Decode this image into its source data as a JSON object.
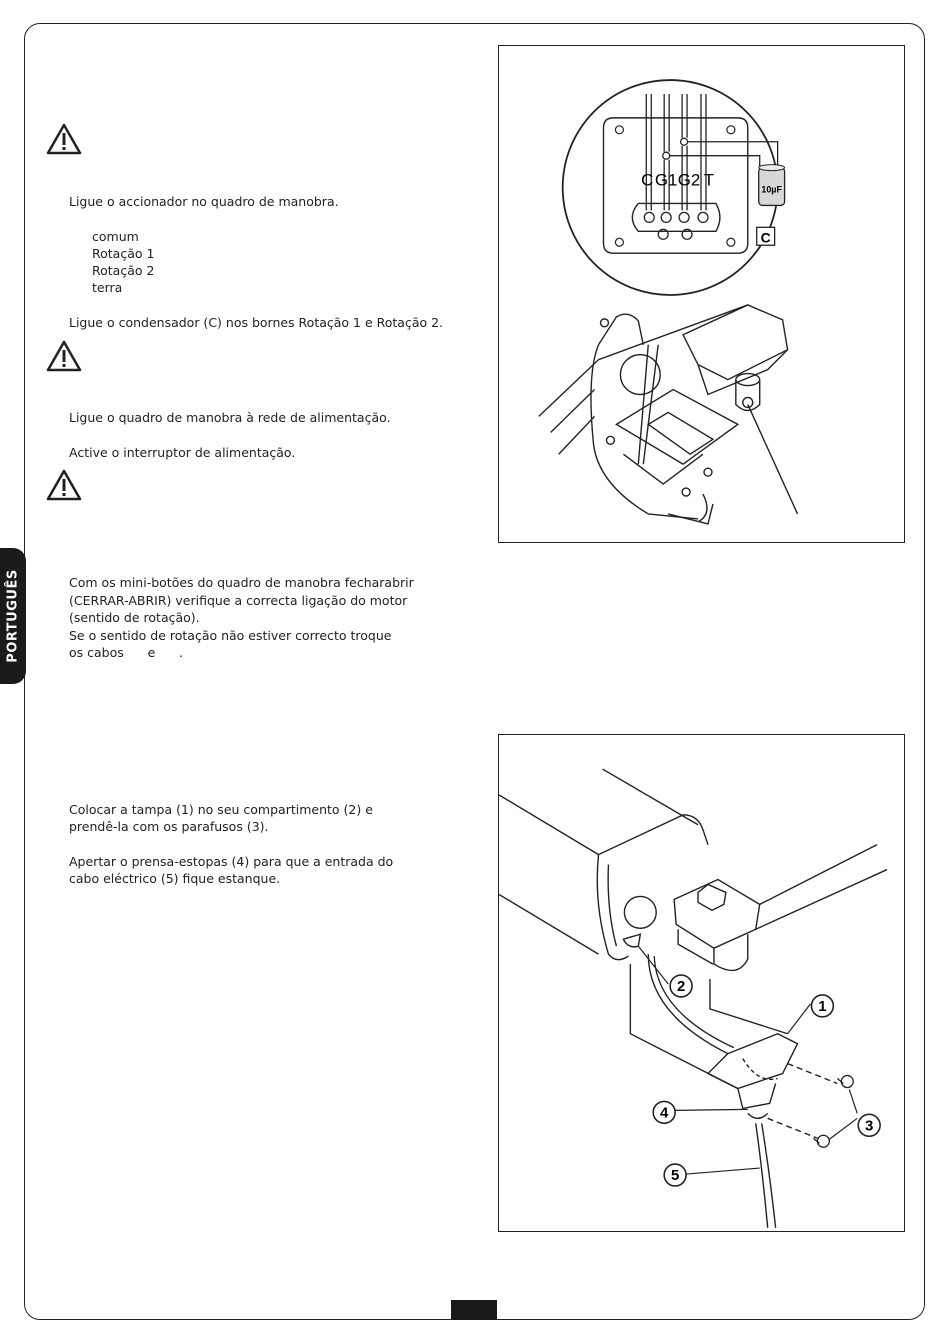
{
  "sidebar_tab": "PORTUGUÊS",
  "section1": {
    "step_connect": "Ligue o accionador no quadro de manobra.",
    "terminals": [
      "comum",
      "Rotação 1",
      "Rotação 2",
      "terra"
    ],
    "step_capacitor": "Ligue o condensador (C) nos bornes Rotação 1 e Rotação 2.",
    "step_mains": "Ligue o quadro de manobra à rede de alimentação.",
    "step_switch": "Active o interruptor de alimentação."
  },
  "section2": {
    "lines": [
      "Com os mini-botões do quadro de manobra fecharabrir",
      "(CERRAR-ABRIR) verifique a correcta ligação do motor",
      "(sentido de rotação).",
      "Se o sentido de rotação não estiver correcto troque",
      "os cabos      e      ."
    ]
  },
  "section3": {
    "para1": [
      "Colocar a tampa (1) no seu compartimento (2) e",
      "prendê-la com os parafusos (3)."
    ],
    "para2": [
      "Apertar o prensa-estopas (4) para que a entrada do",
      "cabo eléctrico (5) fique estanque."
    ]
  },
  "figure1": {
    "terminal_labels": [
      "C",
      "G1",
      "G2",
      "T"
    ],
    "capacitor_value": "10µF",
    "capacitor_label": "C"
  },
  "figure2": {
    "callouts": [
      "1",
      "2",
      "3",
      "4",
      "5"
    ]
  }
}
